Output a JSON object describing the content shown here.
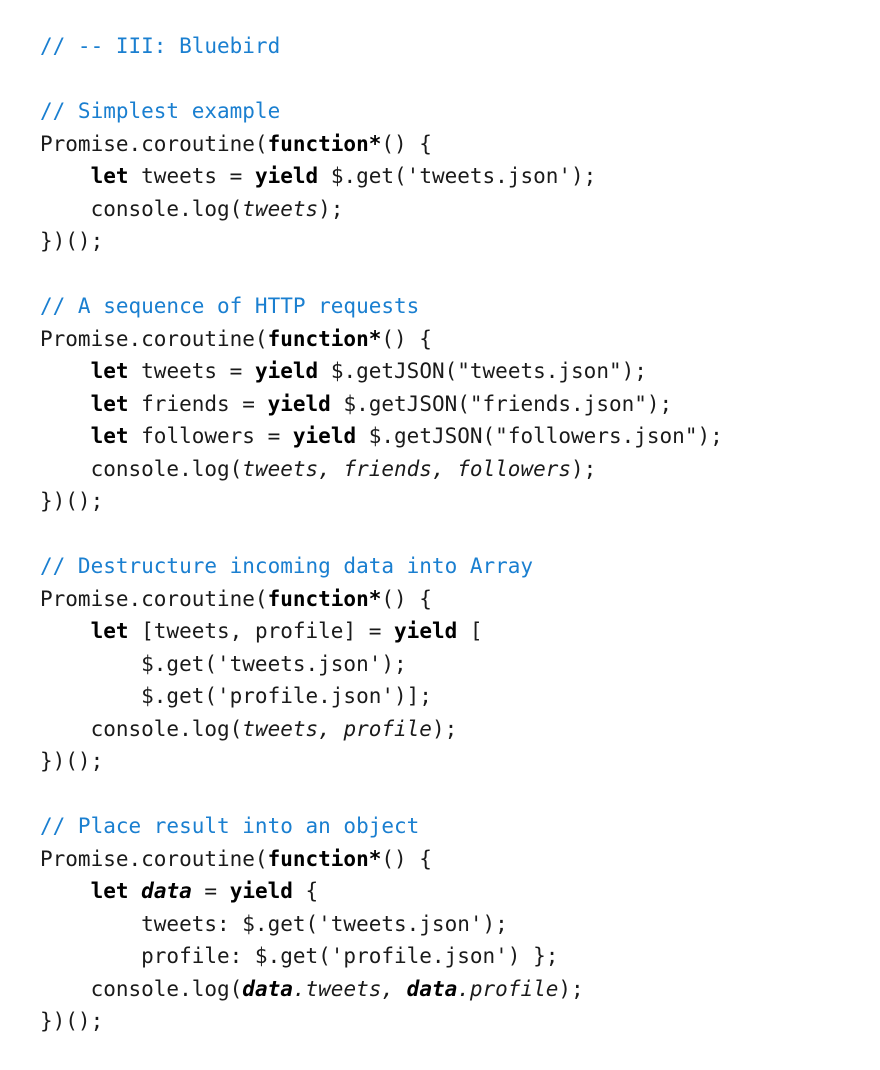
{
  "colors": {
    "background": "#ffffff",
    "text": "#1a1a1a",
    "comment": "#1a7fd0"
  },
  "lines": [
    {
      "segs": [
        {
          "t": "// -- III: Bluebird",
          "s": "comment"
        }
      ]
    },
    {
      "segs": []
    },
    {
      "segs": [
        {
          "t": "// Simplest example",
          "s": "comment"
        }
      ]
    },
    {
      "segs": [
        {
          "t": "Promise.coroutine("
        },
        {
          "t": "function*",
          "s": "kw"
        },
        {
          "t": "() {"
        }
      ]
    },
    {
      "segs": [
        {
          "t": "    "
        },
        {
          "t": "let",
          "s": "kw"
        },
        {
          "t": " tweets = "
        },
        {
          "t": "yield",
          "s": "kw"
        },
        {
          "t": " $.get('tweets.json');"
        }
      ]
    },
    {
      "segs": [
        {
          "t": "    console.log("
        },
        {
          "t": "tweets",
          "s": "it"
        },
        {
          "t": ");"
        }
      ]
    },
    {
      "segs": [
        {
          "t": "})();"
        }
      ]
    },
    {
      "segs": []
    },
    {
      "segs": [
        {
          "t": "// A sequence of HTTP requests",
          "s": "comment"
        }
      ]
    },
    {
      "segs": [
        {
          "t": "Promise.coroutine("
        },
        {
          "t": "function*",
          "s": "kw"
        },
        {
          "t": "() {"
        }
      ]
    },
    {
      "segs": [
        {
          "t": "    "
        },
        {
          "t": "let",
          "s": "kw"
        },
        {
          "t": " tweets = "
        },
        {
          "t": "yield",
          "s": "kw"
        },
        {
          "t": " $.getJSON(\"tweets.json\");"
        }
      ]
    },
    {
      "segs": [
        {
          "t": "    "
        },
        {
          "t": "let",
          "s": "kw"
        },
        {
          "t": " friends = "
        },
        {
          "t": "yield",
          "s": "kw"
        },
        {
          "t": " $.getJSON(\"friends.json\");"
        }
      ]
    },
    {
      "segs": [
        {
          "t": "    "
        },
        {
          "t": "let",
          "s": "kw"
        },
        {
          "t": " followers = "
        },
        {
          "t": "yield",
          "s": "kw"
        },
        {
          "t": " $.getJSON(\"followers.json\");"
        }
      ]
    },
    {
      "segs": [
        {
          "t": "    console.log("
        },
        {
          "t": "tweets, friends, followers",
          "s": "it"
        },
        {
          "t": ");"
        }
      ]
    },
    {
      "segs": [
        {
          "t": "})();"
        }
      ]
    },
    {
      "segs": []
    },
    {
      "segs": [
        {
          "t": "// Destructure incoming data into Array",
          "s": "comment"
        }
      ]
    },
    {
      "segs": [
        {
          "t": "Promise.coroutine("
        },
        {
          "t": "function*",
          "s": "kw"
        },
        {
          "t": "() {"
        }
      ]
    },
    {
      "segs": [
        {
          "t": "    "
        },
        {
          "t": "let",
          "s": "kw"
        },
        {
          "t": " [tweets, profile] = "
        },
        {
          "t": "yield",
          "s": "kw"
        },
        {
          "t": " ["
        }
      ]
    },
    {
      "segs": [
        {
          "t": "        $.get('tweets.json');"
        }
      ]
    },
    {
      "segs": [
        {
          "t": "        $.get('profile.json')];"
        }
      ]
    },
    {
      "segs": [
        {
          "t": "    console.log("
        },
        {
          "t": "tweets, profile",
          "s": "it"
        },
        {
          "t": ");"
        }
      ]
    },
    {
      "segs": [
        {
          "t": "})();"
        }
      ]
    },
    {
      "segs": []
    },
    {
      "segs": [
        {
          "t": "// Place result into an object",
          "s": "comment"
        }
      ]
    },
    {
      "segs": [
        {
          "t": "Promise.coroutine("
        },
        {
          "t": "function*",
          "s": "kw"
        },
        {
          "t": "() {"
        }
      ]
    },
    {
      "segs": [
        {
          "t": "    "
        },
        {
          "t": "let",
          "s": "kw"
        },
        {
          "t": " "
        },
        {
          "t": "data",
          "s": "bi"
        },
        {
          "t": " = "
        },
        {
          "t": "yield",
          "s": "kw"
        },
        {
          "t": " {"
        }
      ]
    },
    {
      "segs": [
        {
          "t": "        tweets: $.get('tweets.json');"
        }
      ]
    },
    {
      "segs": [
        {
          "t": "        profile: $.get('profile.json') };"
        }
      ]
    },
    {
      "segs": [
        {
          "t": "    console.log("
        },
        {
          "t": "data",
          "s": "bi"
        },
        {
          "t": ".tweets, ",
          "s": "it"
        },
        {
          "t": "data",
          "s": "bi"
        },
        {
          "t": ".profile",
          "s": "it"
        },
        {
          "t": ");"
        }
      ]
    },
    {
      "segs": [
        {
          "t": "})();"
        }
      ]
    }
  ]
}
